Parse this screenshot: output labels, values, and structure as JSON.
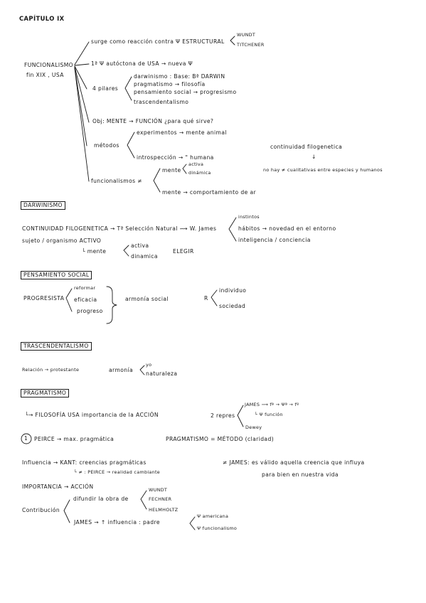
{
  "title": "CAPÍTULO IX",
  "func": {
    "label": "FUNCIONALISMO",
    "sub": "fin XIX , USA",
    "b1": "surge como reacción contra",
    "b1_target": "Ψ ESTRUCTURAL",
    "b1_names": [
      "WUNDT",
      "TITCHENER"
    ],
    "b2": "1ª Ψ autóctona de USA → nueva Ψ",
    "pilares_label": "4 pilares",
    "pilares": [
      "darwinismo : Base: Bª DARWIN",
      "pragmatismo → filosofía",
      "pensamiento social → progresismo",
      "trascendentalismo"
    ],
    "obj": "Obj: MENTE → FUNCIÓN ¿para qué sirve?",
    "metodos_label": "métodos",
    "metodos": [
      "experimentos → mente animal",
      "introspección → \" humana"
    ],
    "continuidad": "continuidad filogenetica",
    "arrow_down": "↓",
    "no_hay": "no hay ≠ cualitativas entre especies y humanos",
    "funcionalismos": "funcionalismos ≠",
    "mente": "mente",
    "mente_opts": [
      "activa",
      "dinámica"
    ],
    "mente_comp": "mente → comportamiento de ar"
  },
  "darwinismo": {
    "heading": "DARWINISMO",
    "line1": "CONTINUIDAD FILOGENETICA → Tª Selección Natural ⟿ W. James",
    "traits": [
      "instintos",
      "hábitos → novedad en el entorno",
      "inteligencia / conciencia"
    ],
    "line2": "sujeto / organismo ACTIVO",
    "mente": "└ mente",
    "mente_opts": [
      "activa",
      "dinamica"
    ],
    "elegir": "ELEGIR"
  },
  "pensamiento": {
    "heading": "PENSAMIENTO SOCIAL",
    "progresista": "PROGRESISTA",
    "items": [
      "reformar",
      "eficacia",
      "progreso"
    ],
    "armonia": "armonía social",
    "r": "R",
    "r_items": [
      "individuo",
      "sociedad"
    ]
  },
  "trascendentalismo": {
    "heading": "TRASCENDENTALISMO",
    "relacion": "Relación → protestante",
    "armonia": "armonía",
    "items": [
      "yo",
      "naturaleza"
    ]
  },
  "pragmatismo": {
    "heading": "PRAGMATISMO",
    "filosofia": "└→ FILOSOFÍA USA   importancia de la ACCIÓN",
    "repres": "2 repres",
    "james": "JAMES ⟿ fª → Ψª → fº",
    "james_sub": "└ Ψ función",
    "dewey": "Dewey",
    "num": "1",
    "peirce": "PEIRCE → max. pragmática",
    "prag_eq": "PRAGMATISMO = MÉTODO (claridad)",
    "influencia": "Influencia → KANT: creencias pragmáticas",
    "influencia_sub": "└ ≠ : PEIRCE → realidad cambiante",
    "james_ne": "≠ JAMES: es válido aquella creencia que influya",
    "james_ne2": "para bien en nuestra vida",
    "importancia": "IMPORTANCIA → ACCIÓN",
    "contribucion": "Contribución",
    "difundir": "difundir la obra de",
    "names": [
      "WUNDT",
      "FECHNER",
      "HELMHOLTZ"
    ],
    "james_inf": "JAMES → ↑ influencia :  padre",
    "padre_opts": [
      "Ψ americana",
      "Ψ funcionalismo"
    ]
  }
}
